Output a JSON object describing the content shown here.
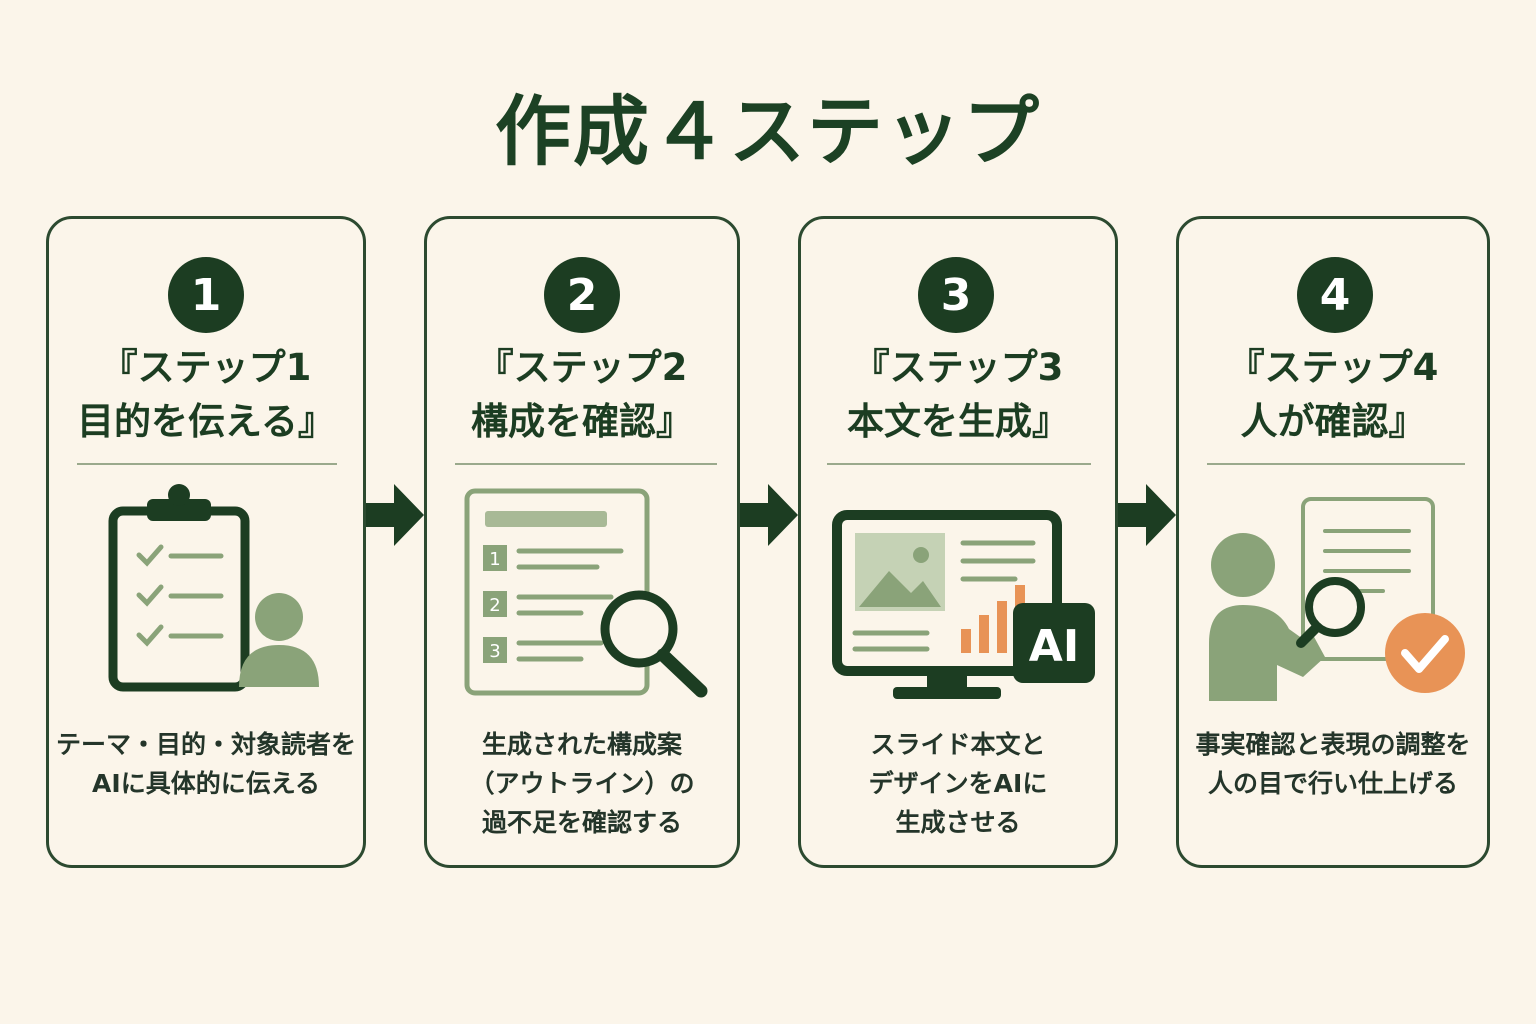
{
  "title": "作成４ステップ",
  "colors": {
    "dark_green": "#1c3d22",
    "sage": "#8aa379",
    "light_sage": "#c5d2b5",
    "orange": "#e89356",
    "background": "#fbf5ea"
  },
  "steps": [
    {
      "number": "1",
      "heading_line1": "『ステップ1",
      "heading_line2": "目的を伝える』",
      "desc_lines": [
        "テーマ・目的・対象読者を",
        "AIに具体的に伝える"
      ],
      "illustration": "clipboard-checklist-person"
    },
    {
      "number": "2",
      "heading_line1": "『ステップ2",
      "heading_line2": "構成を確認』",
      "desc_lines": [
        "生成された構成案",
        "（アウトライン）の",
        "過不足を確認する"
      ],
      "illustration": "outline-document-magnifier",
      "list_numbers": [
        "1",
        "2",
        "3"
      ]
    },
    {
      "number": "3",
      "heading_line1": "『ステップ3",
      "heading_line2": "本文を生成』",
      "desc_lines": [
        "スライド本文と",
        "デザインをAIに",
        "生成させる"
      ],
      "illustration": "monitor-slide-ai",
      "badge": "AI"
    },
    {
      "number": "4",
      "heading_line1": "『ステップ4",
      "heading_line2": "人が確認』",
      "desc_lines": [
        "事実確認と表現の調整を",
        "人の目で行い仕上げる"
      ],
      "illustration": "person-magnifier-check"
    }
  ]
}
